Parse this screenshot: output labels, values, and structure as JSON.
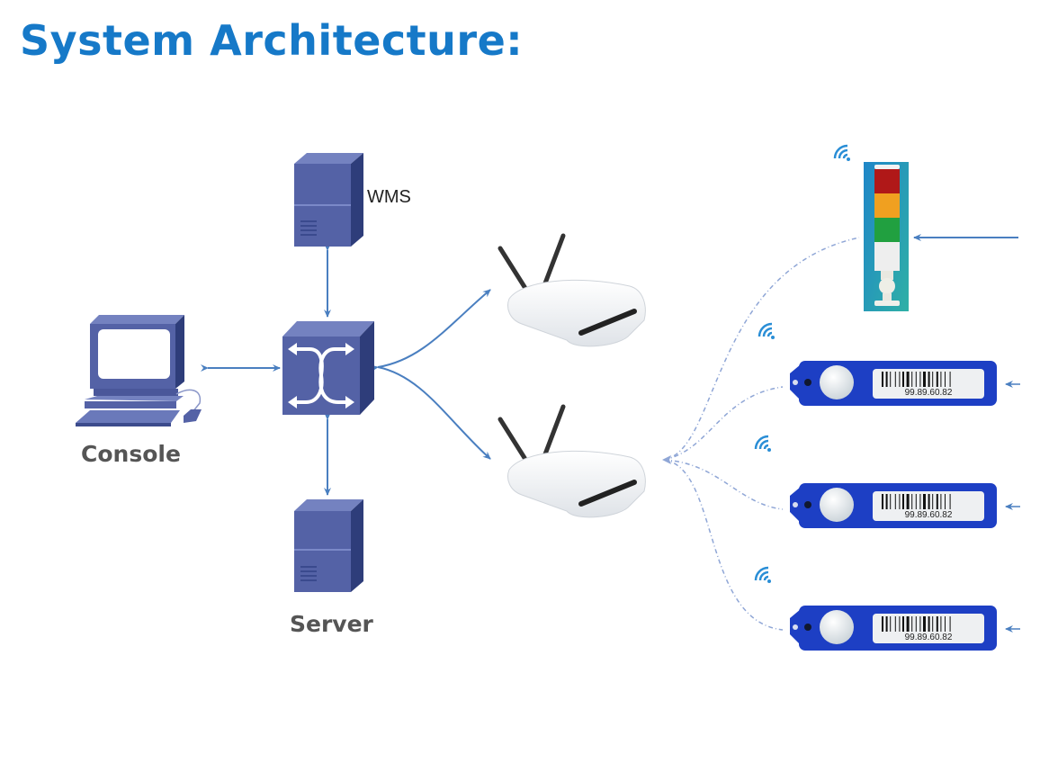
{
  "title": "System Architecture:",
  "nodes": {
    "wms": {
      "label": "WMS"
    },
    "console": {
      "label": "Console"
    },
    "server": {
      "label": "Server"
    },
    "switch": {
      "label": ""
    },
    "access_points": [
      {
        "name": "access-point-1"
      },
      {
        "name": "access-point-2"
      }
    ],
    "tower_light": {
      "name": "signal-tower-light",
      "segments": [
        "red",
        "amber",
        "green",
        "white"
      ]
    },
    "tags": [
      {
        "barcode_text": "99.89.60.82"
      },
      {
        "barcode_text": "99.89.60.82"
      },
      {
        "barcode_text": "99.89.60.82"
      }
    ]
  },
  "colors": {
    "title": "#1679c8",
    "device": "#5462a6",
    "device_dark": "#2e3d7a",
    "arrow": "#4a7fc0",
    "wireless": "#2a8ed6",
    "tag_body": "#1d3fc4"
  }
}
